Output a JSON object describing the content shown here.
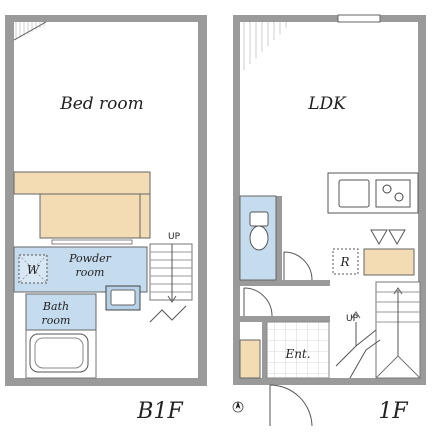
{
  "floors": {
    "b1f": {
      "floor_label": "B1F",
      "bedroom_label": "Bed room",
      "powder_room_label": [
        "Powder",
        "room"
      ],
      "bath_room_label": [
        "Bath",
        "room"
      ],
      "washer_mark": "W",
      "stair_up_label": "UP"
    },
    "f1": {
      "floor_label": "1F",
      "ldk_label": "LDK",
      "refrigerator_mark": "R",
      "entrance_label": "Ent.",
      "stair_up_label": "UP"
    }
  },
  "colors": {
    "wall": "#9a9a9a",
    "storage_wood": "#f3dcb4",
    "wet_area": "#c5dcef"
  },
  "icons": [
    "north-arrow-icon",
    "washer-icon",
    "bathtub-icon",
    "toilet-icon",
    "stove-icon",
    "sink-icon"
  ]
}
